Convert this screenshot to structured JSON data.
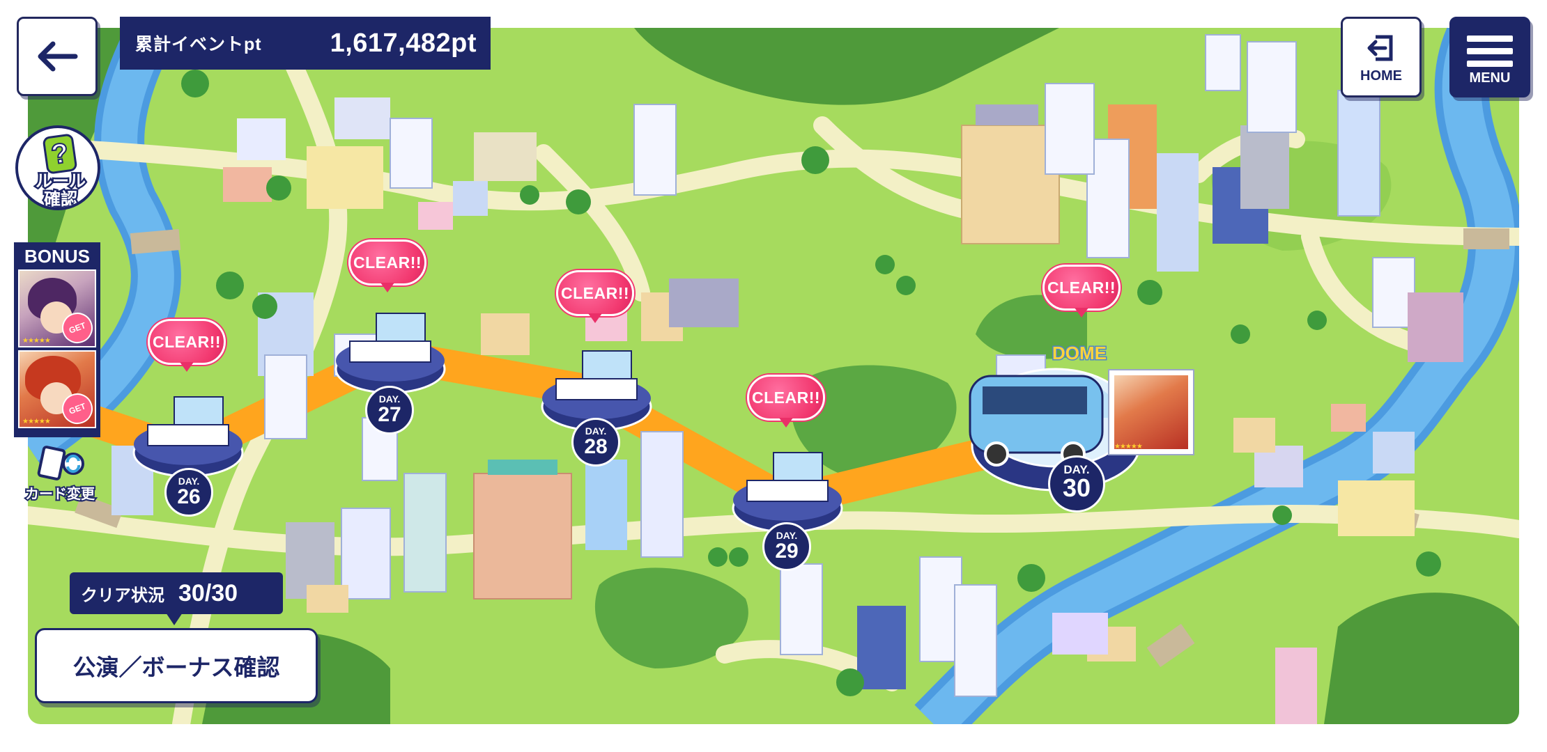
{
  "header": {
    "points_label": "累計イベントpt",
    "points_value": "1,617,482pt"
  },
  "nav": {
    "home_label": "HOME",
    "menu_label": "MENU",
    "back_icon": "arrow-left-icon"
  },
  "rules": {
    "label_line1": "ルール",
    "label_line2": "確認",
    "icon": "question-mark-icon"
  },
  "bonus": {
    "title": "BONUS",
    "cards": [
      {
        "badge": "GET",
        "character": "purple-haired idol",
        "stars": "★★★★★"
      },
      {
        "badge": "GET",
        "character": "red-haired idol",
        "stars": "★★★★★"
      }
    ]
  },
  "card_change": {
    "label": "カード変更",
    "icon": "card-swap-icon"
  },
  "clear_status": {
    "label": "クリア状況",
    "value": "30/30"
  },
  "performance_button": {
    "label": "公演／ボーナス確認"
  },
  "stages": [
    {
      "day_label": "DAY.",
      "day": "26",
      "status": "CLEAR!!"
    },
    {
      "day_label": "DAY.",
      "day": "27",
      "status": "CLEAR!!"
    },
    {
      "day_label": "DAY.",
      "day": "28",
      "status": "CLEAR!!"
    },
    {
      "day_label": "DAY.",
      "day": "29",
      "status": "CLEAR!!"
    },
    {
      "day_label": "DAY.",
      "day": "30",
      "status": "CLEAR!!",
      "venue": "DOME"
    }
  ],
  "colors": {
    "navy": "#1d2667",
    "grass": "#a6db5e",
    "road": "#f3f0c6",
    "river": "#5aa8e6",
    "route": "#ffa51e",
    "clear_pink": "#f2386f"
  }
}
